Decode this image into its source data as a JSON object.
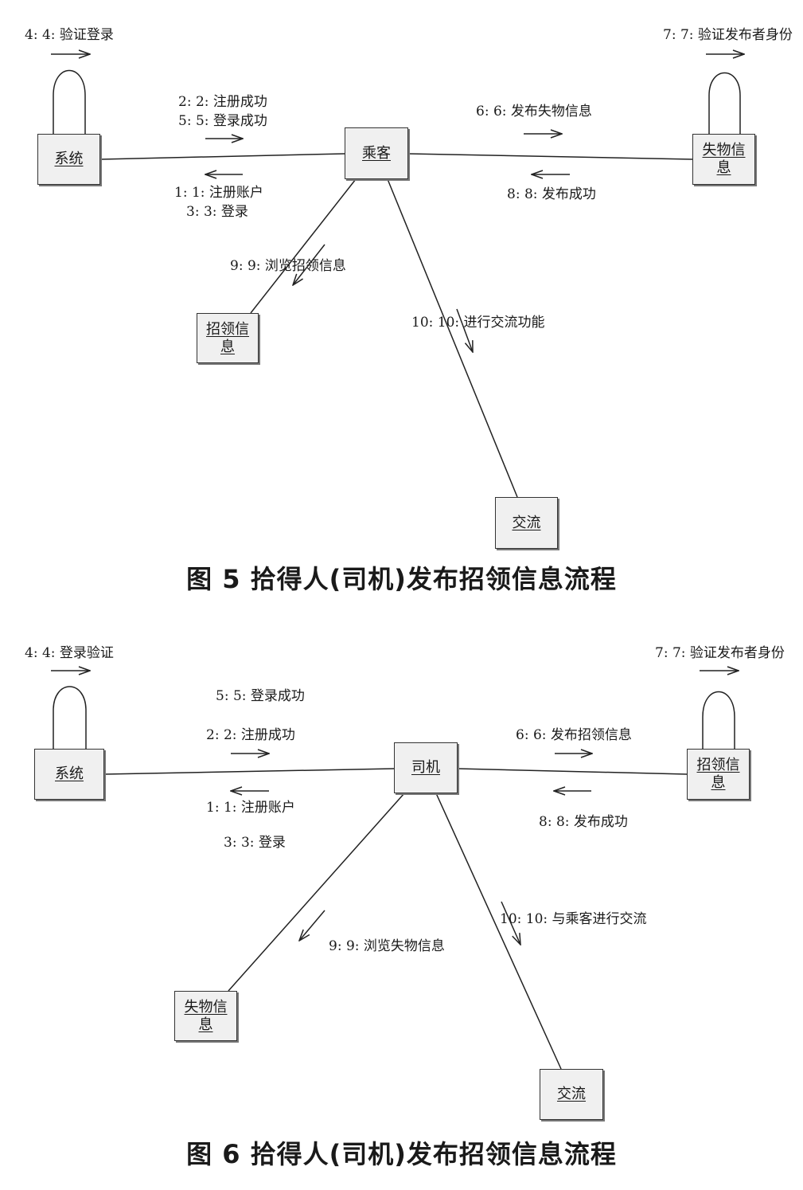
{
  "fig5": {
    "caption": "图 5  拾得人(司机)发布招领信息流程",
    "nodes": {
      "system": "系统",
      "passenger": "乘客",
      "lost_info": "失物信息",
      "claim_info": "招领信息",
      "exchange": "交流"
    },
    "messages": {
      "m4": "4: 4: 验证登录",
      "m7": "7: 7: 验证发布者身份",
      "m2": "2: 2: 注册成功",
      "m5": "5: 5: 登录成功",
      "m6": "6: 6: 发布失物信息",
      "m1": "1: 1: 注册账户",
      "m3": "3: 3: 登录",
      "m8": "8: 8: 发布成功",
      "m9": "9: 9: 浏览招领信息",
      "m10": "10: 10: 进行交流功能"
    }
  },
  "fig6": {
    "caption": "图 6  拾得人(司机)发布招领信息流程",
    "nodes": {
      "system": "系统",
      "driver": "司机",
      "claim_info": "招领信息",
      "lost_info": "失物信息",
      "exchange": "交流"
    },
    "messages": {
      "m4": "4: 4: 登录验证",
      "m7": "7: 7: 验证发布者身份",
      "m5": "5: 5: 登录成功",
      "m2": "2: 2: 注册成功",
      "m6": "6: 6: 发布招领信息",
      "m1": "1: 1: 注册账户",
      "m3": "3: 3: 登录",
      "m8": "8: 8: 发布成功",
      "m10": "10: 10: 与乘客进行交流",
      "m9": "9: 9: 浏览失物信息"
    }
  }
}
